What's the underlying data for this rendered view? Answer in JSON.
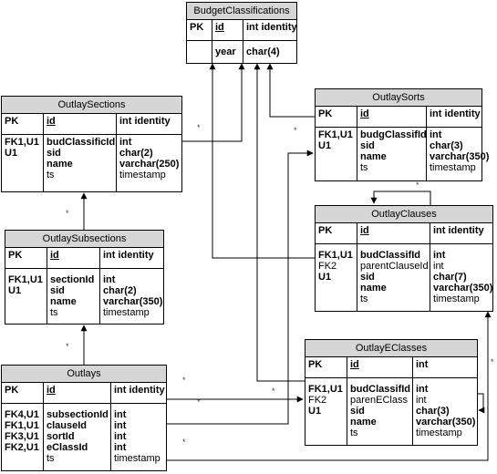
{
  "entities": {
    "budget_classifications": {
      "title": "BudgetClassifications",
      "pk_label": "PK",
      "pk_field": "id",
      "pk_type": "int identity",
      "fields": [
        "year"
      ],
      "types": [
        "char(4)"
      ]
    },
    "outlay_sections": {
      "title": "OutlaySections",
      "pk_label": "PK",
      "pk_field": "id",
      "pk_type": "int identity",
      "keys": [
        "FK1,U1",
        "U1"
      ],
      "fields": [
        "budClassificId",
        "sid",
        "name",
        "ts"
      ],
      "types": [
        "int",
        "char(2)",
        "varchar(250)",
        "timestamp"
      ]
    },
    "outlay_sorts": {
      "title": "OutlaySorts",
      "pk_label": "PK",
      "pk_field": "id",
      "pk_type": "int identity",
      "keys": [
        "FK1,U1",
        "U1"
      ],
      "fields": [
        "budgClassifId",
        "sid",
        "name",
        "ts"
      ],
      "types": [
        "int",
        "char(3)",
        "varchar(350)",
        "timestamp"
      ]
    },
    "outlay_subsections": {
      "title": "OutlaySubsections",
      "pk_label": "PK",
      "pk_field": "id",
      "pk_type": "int identity",
      "keys": [
        "FK1,U1",
        "U1"
      ],
      "fields": [
        "sectionId",
        "sid",
        "name",
        "ts"
      ],
      "types": [
        "int",
        "char(2)",
        "varchar(350)",
        "timestamp"
      ]
    },
    "outlay_clauses": {
      "title": "OutlayClauses",
      "pk_label": "PK",
      "pk_field": "id",
      "pk_type": "int identity",
      "keys": [
        "FK1,U1",
        "FK2",
        "U1"
      ],
      "fields": [
        "budClassifId",
        "parentClauseId",
        "sid",
        "name",
        "ts"
      ],
      "types": [
        "int",
        "int",
        "char(7)",
        "varchar(350)",
        "timestamp"
      ]
    },
    "outlays": {
      "title": "Outlays",
      "pk_label": "PK",
      "pk_field": "id",
      "pk_type": "int identity",
      "keys": [
        "FK4,U1",
        "FK1,U1",
        "FK3,U1",
        "FK2,U1"
      ],
      "fields": [
        "subsectionId",
        "clauseId",
        "sortId",
        "eClassId",
        "ts"
      ],
      "types": [
        "int",
        "int",
        "int",
        "int",
        "timestamp"
      ]
    },
    "outlay_eclasses": {
      "title": "OutlayEClasses",
      "pk_label": "PK",
      "pk_field": "id",
      "pk_type": "int",
      "keys": [
        "FK1,U1",
        "FK2",
        "U1"
      ],
      "fields": [
        "budClassifId",
        "parenEClass",
        "sid",
        "name",
        "ts"
      ],
      "types": [
        "int",
        "int",
        "char(3)",
        "varchar(350)",
        "timestamp"
      ]
    }
  },
  "cardinality_symbol": "*"
}
